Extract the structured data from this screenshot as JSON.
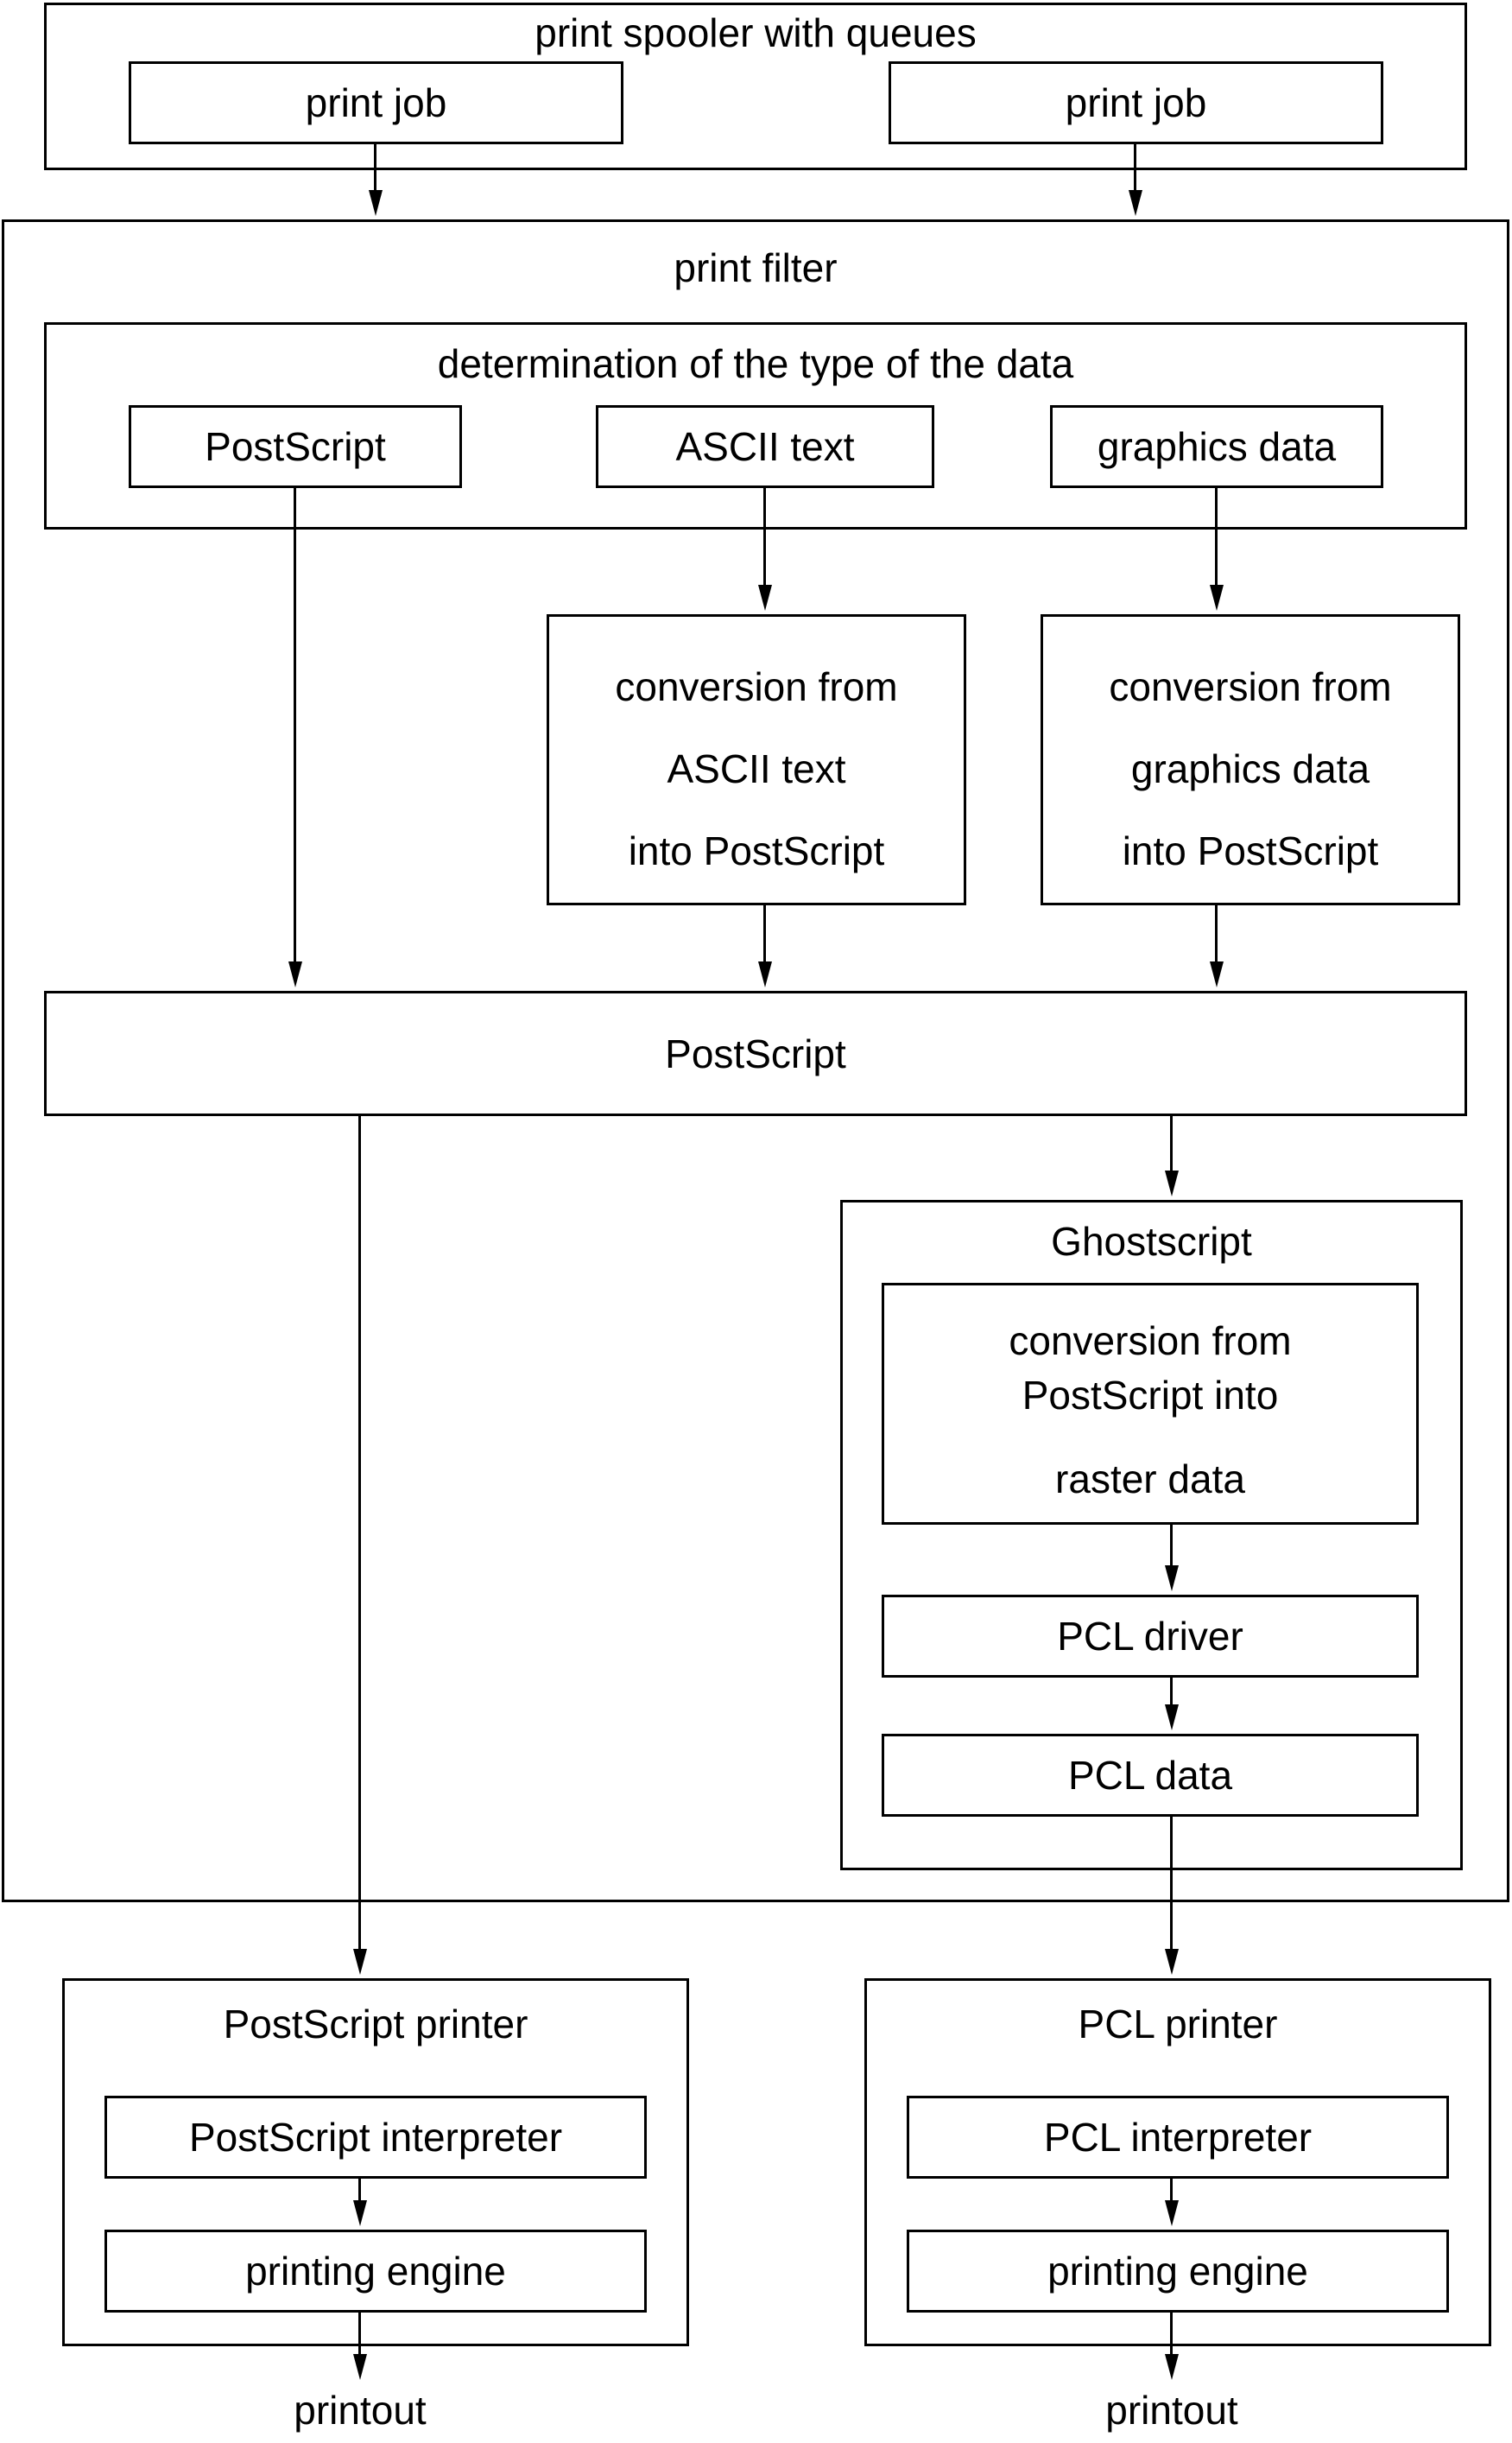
{
  "colors": {
    "stroke": "#000000",
    "background": "#ffffff"
  },
  "spooler": {
    "title": "print spooler with queues",
    "job_left": "print job",
    "job_right": "print job"
  },
  "filter": {
    "title": "print filter"
  },
  "determination": {
    "title": "determination of the type of the data",
    "postscript": "PostScript",
    "ascii": "ASCII text",
    "graphics": "graphics data"
  },
  "conversion_ascii": {
    "line1": "conversion from",
    "line2": "ASCII text",
    "line3": "into PostScript"
  },
  "conversion_graphics": {
    "line1": "conversion from",
    "line2": "graphics data",
    "line3": "into PostScript"
  },
  "postscript_bus": {
    "label": "PostScript"
  },
  "ghostscript": {
    "title": "Ghostscript",
    "conversion": {
      "line1": "conversion from",
      "line2": "PostScript into",
      "line3": "raster data"
    },
    "pcl_driver": "PCL driver",
    "pcl_data": "PCL data"
  },
  "postscript_printer": {
    "title": "PostScript printer",
    "interpreter": "PostScript interpreter",
    "engine": "printing engine"
  },
  "pcl_printer": {
    "title": "PCL printer",
    "interpreter": "PCL interpreter",
    "engine": "printing engine"
  },
  "printout_left": "printout",
  "printout_right": "printout"
}
